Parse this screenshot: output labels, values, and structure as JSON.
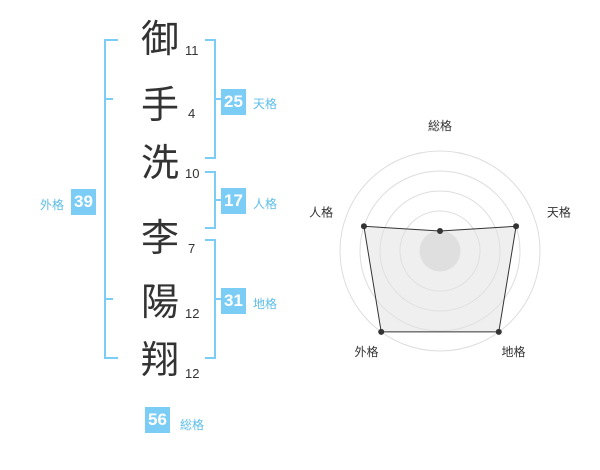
{
  "name": {
    "characters": [
      "御",
      "手",
      "洗",
      "李",
      "陽",
      "翔"
    ],
    "strokes": [
      "11",
      "4",
      "10",
      "7",
      "12",
      "12"
    ]
  },
  "fortune": {
    "tenkaku": {
      "value": "25",
      "label": "天格"
    },
    "jinkaku": {
      "value": "17",
      "label": "人格"
    },
    "chikaku": {
      "value": "31",
      "label": "地格"
    },
    "gaikaku": {
      "value": "39",
      "label": "外格"
    },
    "soukaku": {
      "value": "56",
      "label": "総格"
    }
  },
  "colors": {
    "accent": "#7ccdf6",
    "accent_text": "#5cbde8",
    "radar_fill": "#f0f0f0",
    "radar_line": "#333333",
    "grid": "#dddddd"
  },
  "chart_data": {
    "type": "radar",
    "axes": [
      "総格",
      "天格",
      "地格",
      "外格",
      "人格"
    ],
    "values": [
      1,
      4,
      5,
      5,
      4
    ],
    "rmax": 5,
    "rings": 5
  }
}
